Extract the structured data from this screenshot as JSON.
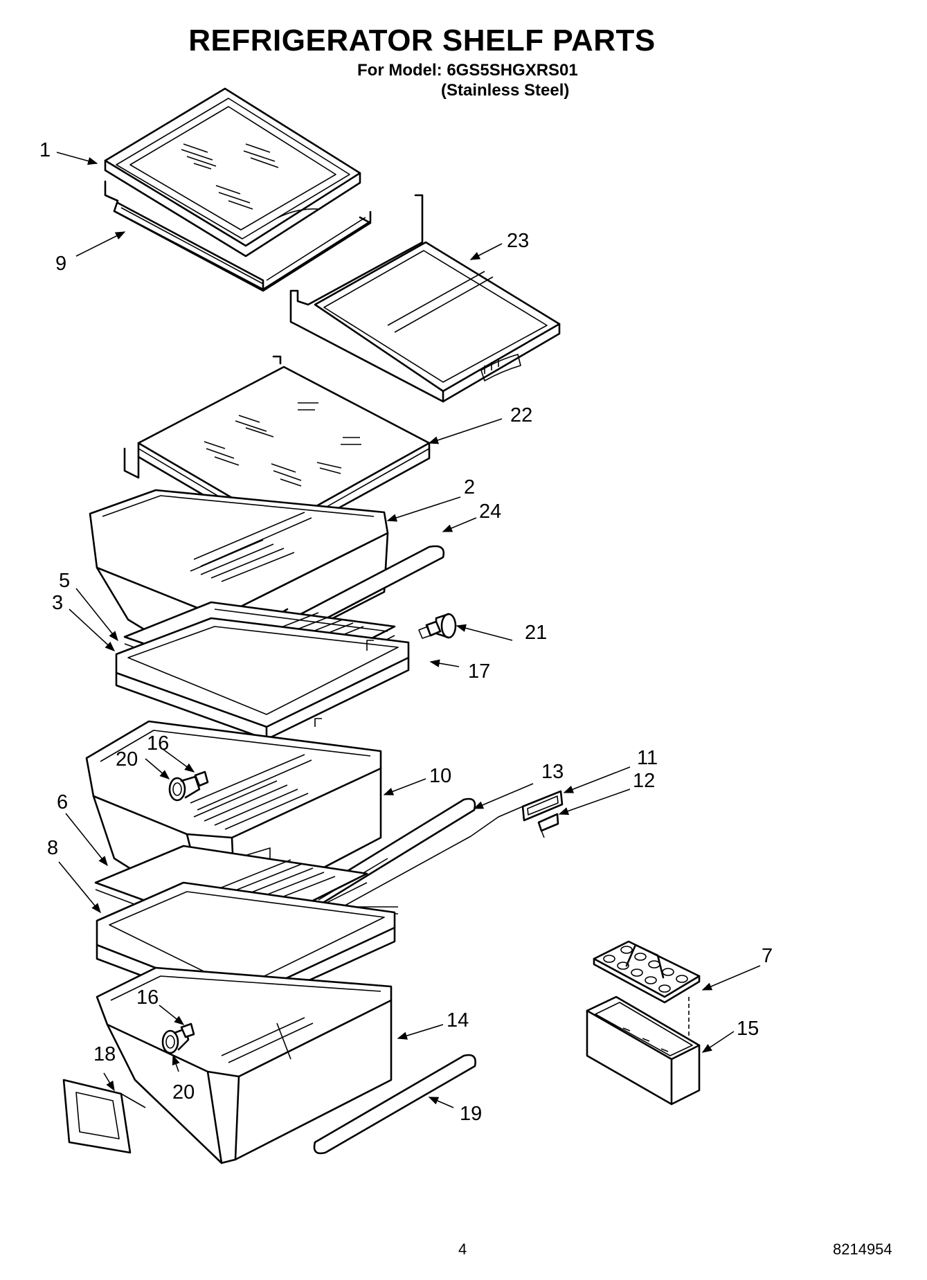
{
  "header": {
    "title": "REFRIGERATOR SHELF PARTS",
    "model_line": "For Model: 6GS5SHGXRS01",
    "finish_line": "(Stainless Steel)"
  },
  "callouts": [
    "1",
    "9",
    "23",
    "22",
    "2",
    "24",
    "5",
    "3",
    "21",
    "17",
    "16",
    "20",
    "10",
    "13",
    "11",
    "12",
    "6",
    "8",
    "7",
    "15",
    "16",
    "14",
    "18",
    "20",
    "19"
  ],
  "footer": {
    "page_number": "4",
    "doc_number": "8214954"
  }
}
